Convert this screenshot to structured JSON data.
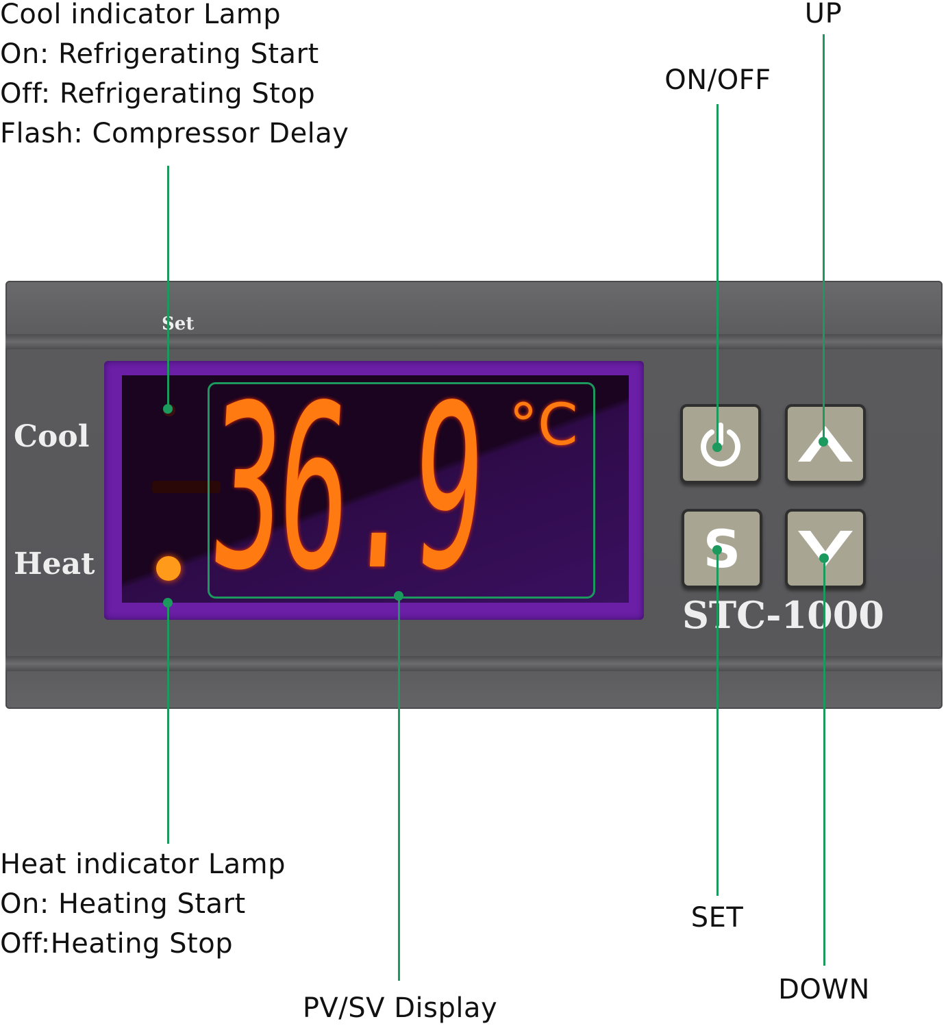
{
  "callouts": {
    "cool": [
      "Cool indicator Lamp",
      "On: Refrigerating Start",
      "Off: Refrigerating Stop",
      "Flash: Compressor Delay"
    ],
    "heat": [
      "Heat indicator Lamp",
      "On: Heating Start",
      "Off:Heating Stop"
    ],
    "display": "PV/SV Display",
    "up": "UP",
    "onoff": "ON/OFF",
    "set": "SET",
    "down": "DOWN"
  },
  "device": {
    "model": "STC-1000",
    "set_label": "Set",
    "cool_label": "Cool",
    "heat_label": "Heat",
    "reading": "36.9",
    "unit": "°C",
    "heat_lamp_on": true,
    "cool_lamp_on": false,
    "set_button_glyph": "S"
  },
  "colors": {
    "leader": "#1c9a5e",
    "segment": "#ff7a10",
    "body": "#5a5a5d",
    "bezel": "#6a1fa6"
  }
}
